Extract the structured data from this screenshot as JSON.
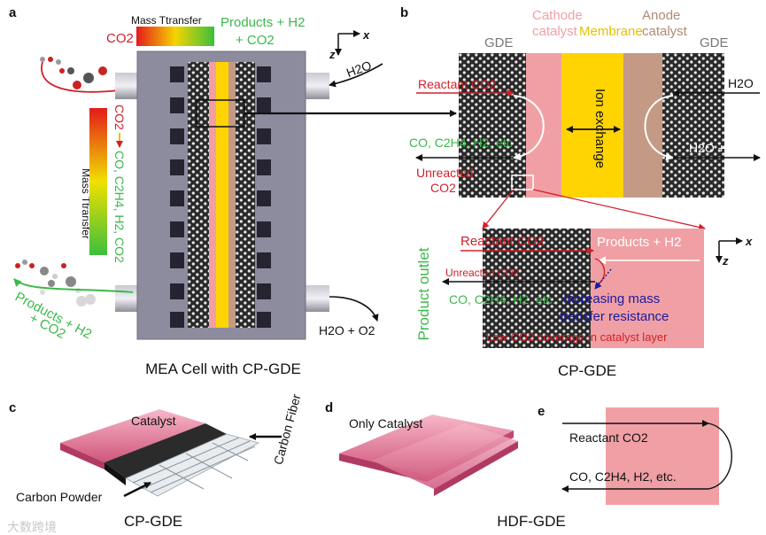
{
  "panels": {
    "a": {
      "letter": "a",
      "mass_transfer_top": "Mass Ttransfer",
      "co2_left": "CO2",
      "products_top_1": "Products + H2",
      "products_top_2": "+ CO2",
      "axis_x": "x",
      "axis_z": "z",
      "h2o_in": "H2O",
      "side_mass_transfer": "Mass Ttransfer",
      "side_conversion_1": "CO2",
      "side_conversion_2": "CO, C2H4, H2, CO2",
      "products_bottom_1": "Products + H2",
      "products_bottom_2": "+ CO2",
      "h2o_o2_out": "H2O + O2",
      "caption": "MEA Cell with CP-GDE"
    },
    "b": {
      "letter": "b",
      "layer_gde_left": "GDE",
      "layer_cathode_1": "Cathode",
      "layer_cathode_2": "catalyst",
      "layer_membrane": "Membrane",
      "layer_anode_1": "Anode",
      "layer_anode_2": "catalyst",
      "layer_gde_right": "GDE",
      "reactant": "Reactant CO2",
      "ion_exchange": "Ion exchange",
      "products": "CO, C2H4, H2, etc",
      "unreacted_1": "Unreacted",
      "unreacted_2": "CO2",
      "h2o_in": "H2O",
      "h2o_o2_out": "H2O + O2",
      "zoom_reactant": "Reactant CO2",
      "zoom_products_h2": "Products + H2",
      "zoom_unreacted": "Unreacted CO2",
      "zoom_products": "CO, C2H4, H2, etc.",
      "resistance_1": "Increasing mass",
      "resistance_2": "transfer resistance",
      "low_coverage": "Low CO2 coverage in catalyst layer",
      "product_outlet": "Product outlet",
      "axis_x": "x",
      "axis_z": "z",
      "caption": "CP-GDE"
    },
    "c": {
      "letter": "c",
      "catalyst": "Catalyst",
      "carbon_fiber": "Carbon Fiber",
      "carbon_powder": "Carbon Powder",
      "caption": "CP-GDE"
    },
    "d": {
      "letter": "d",
      "only_catalyst": "Only Catalyst",
      "caption": "HDF-GDE"
    },
    "e": {
      "letter": "e",
      "reactant": "Reactant CO2",
      "products": "CO, C2H4, H2, etc."
    }
  },
  "watermark": "大数跨境",
  "colors": {
    "cathode": "#f0a0a4",
    "membrane": "#ffd400",
    "anode": "#c49a84",
    "cell_body": "#8d8b9e",
    "red_text": "#d0202a",
    "green_text": "#3bb84a",
    "blue_text": "#1a1aa0"
  }
}
